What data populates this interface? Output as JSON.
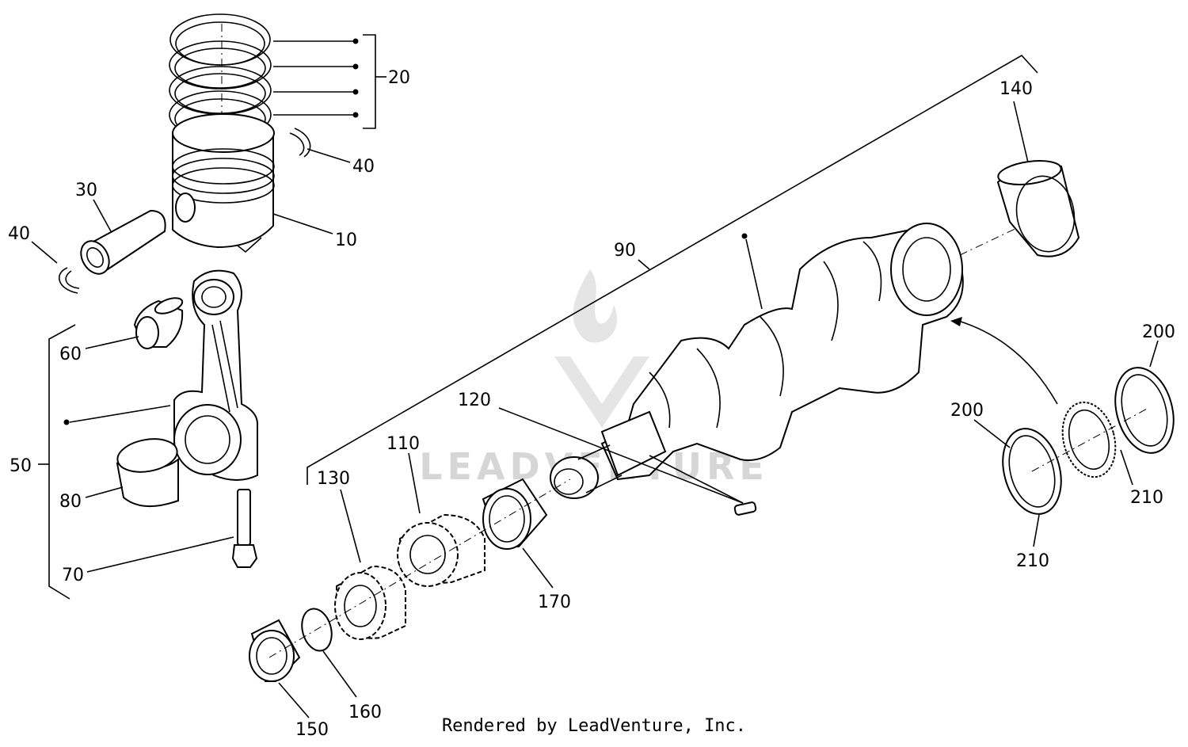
{
  "callouts": {
    "c10": "10",
    "c20": "20",
    "c30": "30",
    "c40a": "40",
    "c40b": "40",
    "c50": "50",
    "c60": "60",
    "c70": "70",
    "c80": "80",
    "c90": "90",
    "c110": "110",
    "c120": "120",
    "c130": "130",
    "c140": "140",
    "c150": "150",
    "c160": "160",
    "c170": "170",
    "c200a": "200",
    "c200b": "200",
    "c210a": "210",
    "c210b": "210"
  },
  "watermark": {
    "text": "LEADVENTURE"
  },
  "footer": {
    "text": "Rendered by LeadVenture, Inc."
  }
}
